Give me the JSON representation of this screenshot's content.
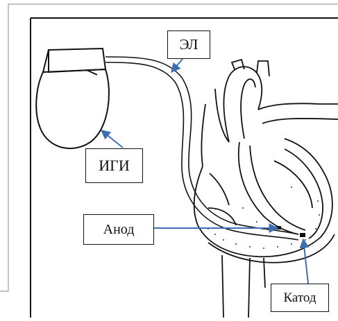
{
  "labels": {
    "lead": "ЭЛ",
    "generator": "ИГИ",
    "anode": "Анод",
    "cathode": "Катод"
  },
  "colors": {
    "arrow": "#3d6fb0",
    "line": "#111111",
    "background": "#ffffff"
  }
}
